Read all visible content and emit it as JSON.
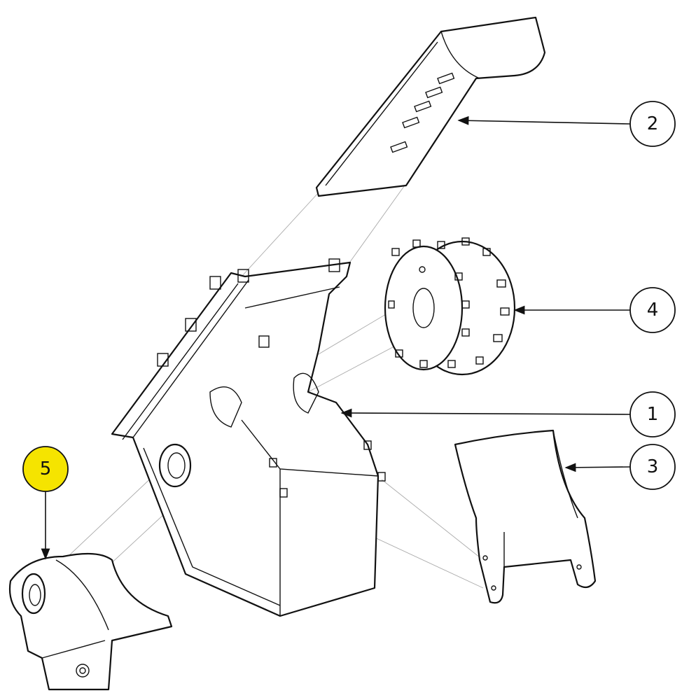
{
  "diagram": {
    "type": "exploded-parts-view",
    "callouts": [
      {
        "id": "2",
        "label": "2",
        "highlighted": false
      },
      {
        "id": "4",
        "label": "4",
        "highlighted": false
      },
      {
        "id": "1",
        "label": "1",
        "highlighted": false
      },
      {
        "id": "3",
        "label": "3",
        "highlighted": false
      },
      {
        "id": "5",
        "label": "5",
        "highlighted": true
      }
    ],
    "colors": {
      "highlight": "#f5e400",
      "line": "#111111",
      "projection": "#aaaaaa"
    }
  }
}
